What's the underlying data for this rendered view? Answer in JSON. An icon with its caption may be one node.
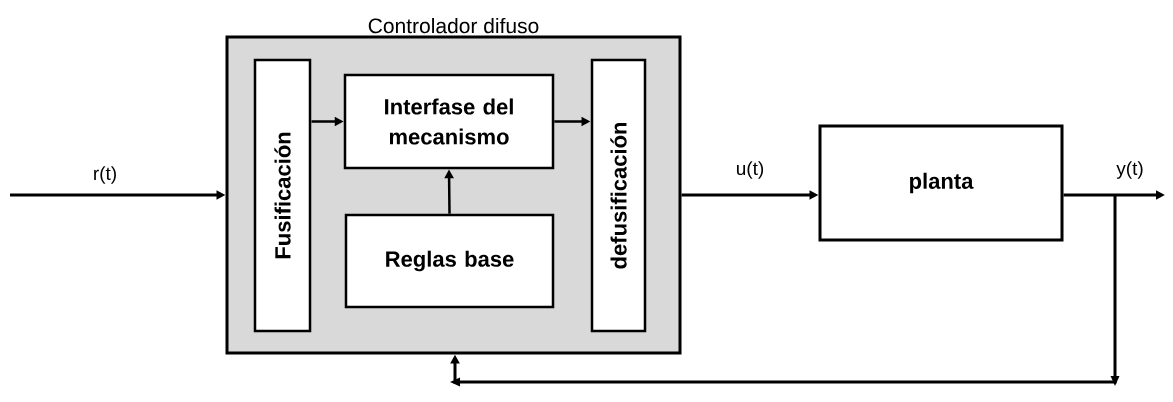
{
  "diagram": {
    "nodes": [
      {
        "text": [
          "Controlador difuso"
        ]
      },
      {
        "text": [
          "Fusificación"
        ],
        "in": 0
      },
      {
        "text": [
          "Interfase del mecanismo"
        ],
        "in": 0
      },
      {
        "text": [
          "Reglas base"
        ],
        "in": 0
      },
      {
        "text": [
          "defusificación"
        ],
        "in": 0
      },
      {
        "text": [
          "planta"
        ]
      }
    ],
    "edges": [
      {
        "from": null,
        "to": 0,
        "arrow": "to",
        "label": "r(t)"
      },
      {
        "from": 1,
        "to": 2,
        "arrow": "to"
      },
      {
        "from": 2,
        "to": 4,
        "arrow": "to"
      },
      {
        "from": 3,
        "to": 2,
        "arrow": "to"
      },
      {
        "from": 0,
        "to": 5,
        "arrow": "to",
        "label": "u(t)"
      },
      {
        "from": 5,
        "to": null,
        "arrow": "to",
        "label": "y(t)"
      },
      {
        "from": 5,
        "to": 0,
        "arrow": "to"
      }
    ]
  }
}
